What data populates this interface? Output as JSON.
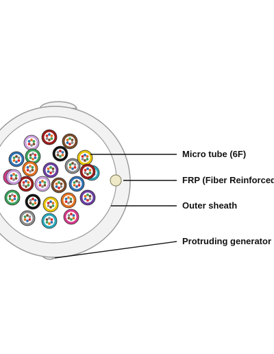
{
  "labels": {
    "micro_tube": "Micro tube (6F)",
    "frp": "FRP (Fiber Reinforced P",
    "outer_sheath": "Outer sheath",
    "protruding_generator": "Protruding generator"
  },
  "colors": {
    "sheath_fill": "#f2f2f2",
    "sheath_stroke": "#9a9a9a",
    "leader_line": "#111111",
    "tube_palette": [
      "#9b1b1b",
      "#c9a0dc",
      "#7a4a2a",
      "#2f6fb0",
      "#3aa05a",
      "#111111",
      "#e6c200",
      "#e07020",
      "#6a3ea1",
      "#8a8a8a",
      "#2aa7b8",
      "#d6398a"
    ],
    "fiber_palette": [
      "#2f6fb0",
      "#e07020",
      "#3aa05a",
      "#7a4a2a",
      "#8a8a8a",
      "#d62828"
    ]
  },
  "micro_tube_count": 26,
  "fibers_per_tube": 6
}
